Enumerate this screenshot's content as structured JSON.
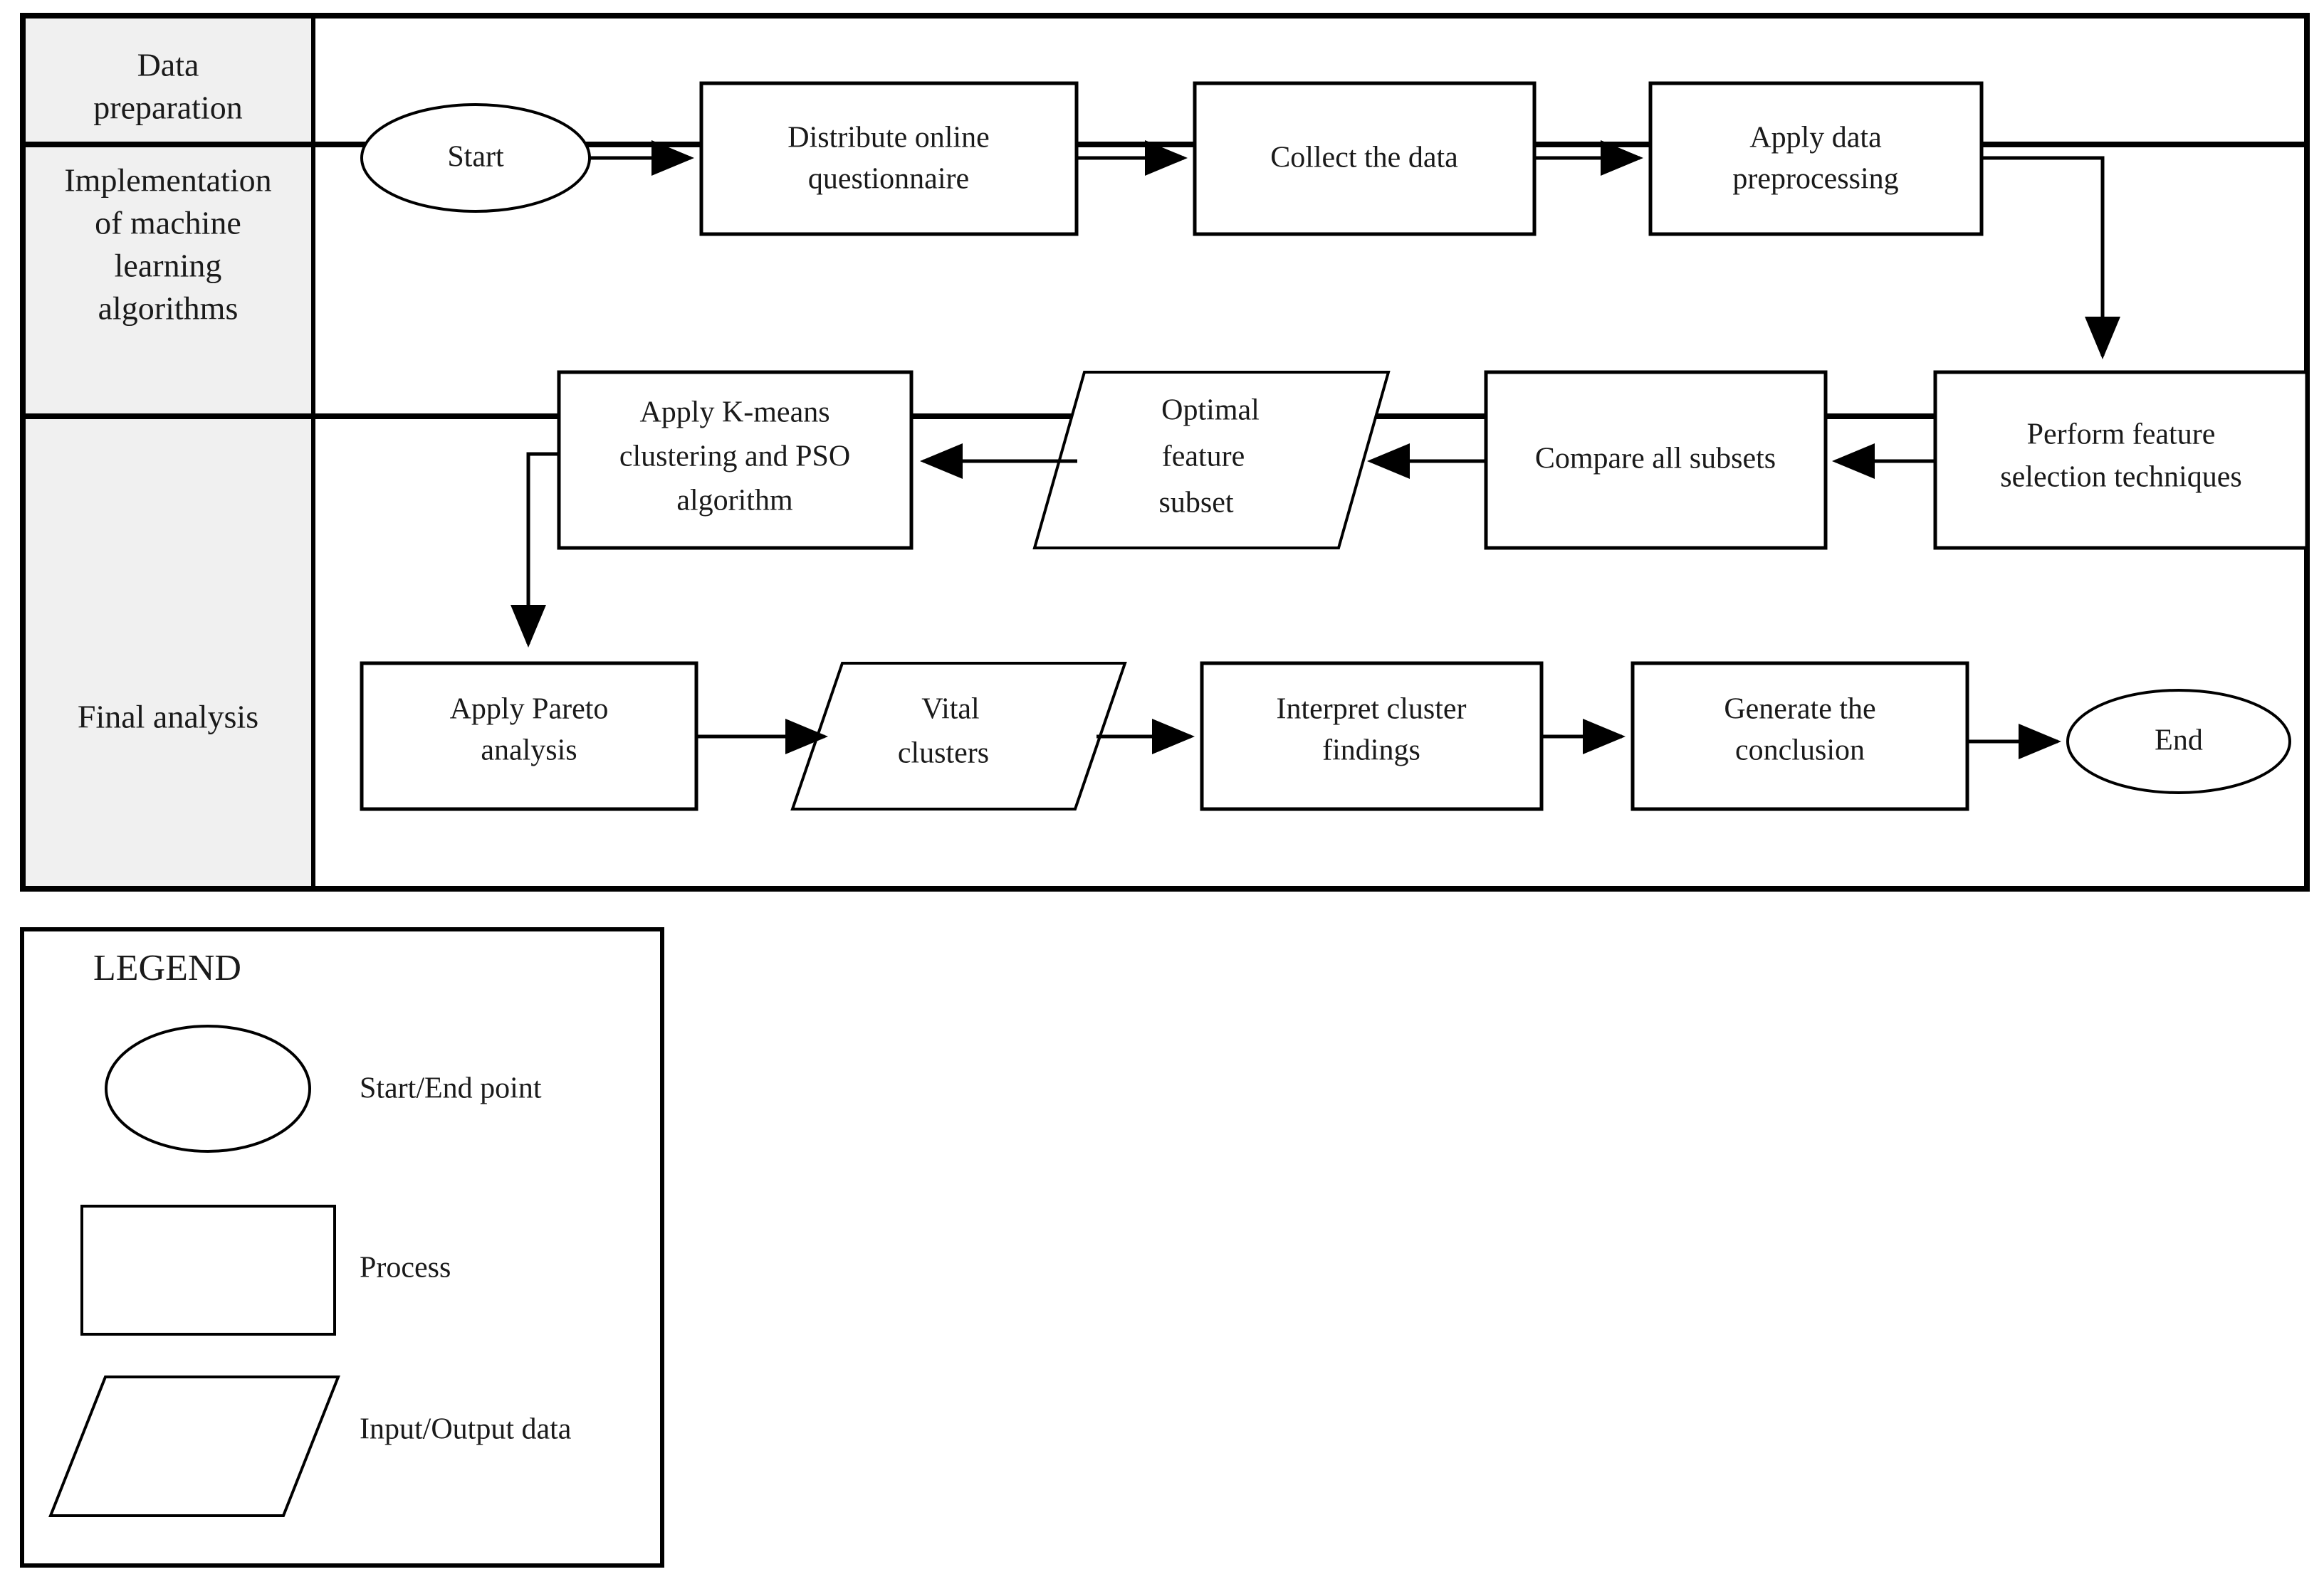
{
  "figure": {
    "type": "flowchart",
    "orientation": "left-to-right, three swimlane rows"
  },
  "bands": [
    {
      "id": "band-data-preparation",
      "label_line1": "Data",
      "label_line2": "preparation"
    },
    {
      "id": "band-implementation",
      "label_line1": "Implementation",
      "label_line2": "of machine",
      "label_line3": "learning",
      "label_line4": "algorithms"
    },
    {
      "id": "band-final-analysis",
      "label_line1": "Final analysis"
    }
  ],
  "nodes": [
    {
      "id": "start",
      "shape": "ellipse",
      "band": 0,
      "lines": [
        "Start"
      ]
    },
    {
      "id": "distribute-online-questionnaire",
      "shape": "process",
      "band": 0,
      "lines": [
        "Distribute online",
        "questionnaire"
      ]
    },
    {
      "id": "collect-the-data",
      "shape": "process",
      "band": 0,
      "lines": [
        "Collect the data"
      ]
    },
    {
      "id": "apply-data-preprocessing",
      "shape": "process",
      "band": 0,
      "lines": [
        "Apply data",
        "preprocessing"
      ]
    },
    {
      "id": "perform-feature-selection-techniques",
      "shape": "process",
      "band": 1,
      "lines": [
        "Perform feature",
        "selection techniques"
      ]
    },
    {
      "id": "compare-all-subsets",
      "shape": "process",
      "band": 1,
      "lines": [
        "Compare all subsets"
      ]
    },
    {
      "id": "optimal-feature-subset",
      "shape": "data",
      "band": 1,
      "lines": [
        "Optimal",
        "feature",
        "subset"
      ]
    },
    {
      "id": "apply-kmeans-clustering-and-pso-algorithm",
      "shape": "process",
      "band": 1,
      "lines": [
        "Apply K-means",
        "clustering and PSO",
        "algorithm"
      ]
    },
    {
      "id": "apply-pareto-analysis",
      "shape": "process",
      "band": 2,
      "lines": [
        "Apply Pareto",
        "analysis"
      ]
    },
    {
      "id": "vital-clusters",
      "shape": "data",
      "band": 2,
      "lines": [
        "Vital",
        "clusters"
      ]
    },
    {
      "id": "interpret-cluster-findings",
      "shape": "process",
      "band": 2,
      "lines": [
        "Interpret cluster",
        "findings"
      ]
    },
    {
      "id": "generate-the-conclusion",
      "shape": "process",
      "band": 2,
      "lines": [
        "Generate the",
        "conclusion"
      ]
    },
    {
      "id": "end",
      "shape": "ellipse",
      "band": 2,
      "lines": [
        "End"
      ]
    }
  ],
  "edges": [
    {
      "from": "start",
      "to": "distribute-online-questionnaire",
      "kind": "straight-right"
    },
    {
      "from": "distribute-online-questionnaire",
      "to": "collect-the-data",
      "kind": "straight-right"
    },
    {
      "from": "collect-the-data",
      "to": "apply-data-preprocessing",
      "kind": "straight-right"
    },
    {
      "from": "apply-data-preprocessing",
      "to": "perform-feature-selection-techniques",
      "kind": "right-then-down"
    },
    {
      "from": "perform-feature-selection-techniques",
      "to": "compare-all-subsets",
      "kind": "straight-left"
    },
    {
      "from": "compare-all-subsets",
      "to": "optimal-feature-subset",
      "kind": "straight-left"
    },
    {
      "from": "optimal-feature-subset",
      "to": "apply-kmeans-clustering-and-pso-algorithm",
      "kind": "straight-left"
    },
    {
      "from": "apply-kmeans-clustering-and-pso-algorithm",
      "to": "apply-pareto-analysis",
      "kind": "left-then-down"
    },
    {
      "from": "apply-pareto-analysis",
      "to": "vital-clusters",
      "kind": "straight-right"
    },
    {
      "from": "vital-clusters",
      "to": "interpret-cluster-findings",
      "kind": "straight-right"
    },
    {
      "from": "interpret-cluster-findings",
      "to": "generate-the-conclusion",
      "kind": "straight-right"
    },
    {
      "from": "generate-the-conclusion",
      "to": "end",
      "kind": "straight-right"
    }
  ],
  "legend": {
    "title": "LEGEND",
    "items": [
      {
        "shape": "ellipse",
        "label": "Start/End point"
      },
      {
        "shape": "process",
        "label": "Process"
      },
      {
        "shape": "data",
        "label": "Input/Output data"
      }
    ]
  },
  "colors": {
    "band_fill": "#f0f0f0",
    "stroke": "#000000",
    "shape_fill": "#ffffff",
    "text": "#1a1a1a"
  }
}
